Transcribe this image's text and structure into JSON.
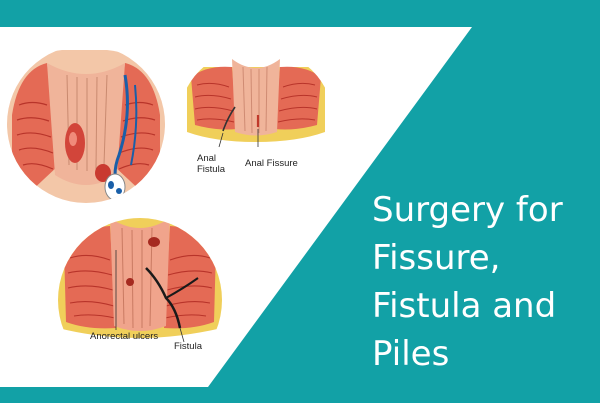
{
  "headline": {
    "lines": [
      "Surgery for",
      "Fissure,",
      "Fistula and",
      "Piles"
    ]
  },
  "illustrations": [
    {
      "name": "piles-illustration",
      "labels": []
    },
    {
      "name": "fissure-fistula-illustration",
      "labels": [
        "Anal\nFistula",
        "Anal Fissure"
      ]
    },
    {
      "name": "anorectal-ulcers-fistula-illustration",
      "labels": [
        "Anorectal ulcers",
        "Fistula"
      ]
    }
  ],
  "colors": {
    "teal": "#12a1a6",
    "white": "#ffffff",
    "tissue": "#e8806f",
    "muscle": "#d94a3a",
    "fat": "#f0cf5a"
  }
}
